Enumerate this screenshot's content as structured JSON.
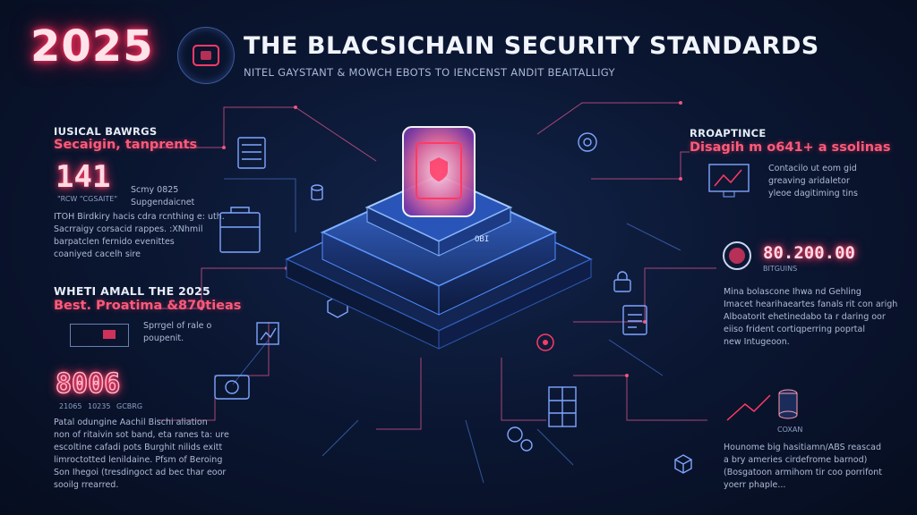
{
  "header": {
    "year": "2025",
    "title": "THE BLACSICHAIN SECURITY STANDARDS",
    "subtitle": "NITEL GAYSTANT & MOWCH EBOTS TO IENCENST ANDIT BEAITALLIGY"
  },
  "left": {
    "sec1_head": "IUSICAL BAWRGS",
    "sec1_pink": "Secaigin, tanprents",
    "stat1": "141",
    "stat1_label": "\"RCW \"CGSAITE\"",
    "stat1_side": "Scmy 0825\nSupgendaicnet",
    "sec1_body": "ITOH Birdkiry hacis cdra rcnthing e: uth.\nSacrraigy corsacid rappes. :XNhmil\nbarpatclen fernido evenittes\ncoaniyed cacelh sire",
    "sec2_head": "WHETI AMALL THE 2025",
    "sec2_pink": "Best. Proatima &870tieas",
    "sec2_side": "Sprrgel of rale o\npoupenit.",
    "stat2": "8006",
    "stat2_labels": [
      "21065",
      "10235",
      "GCBRG"
    ],
    "sec3_body": "Patal odungine Aachil Bischi aliation\nnon of ritaivin sot band, eta ranes ta: ure\nescoltine cafadi pots Burghit nilids exitt\nlimroctotted lenildaine. Pfsm of Beroing\nSon Ihegoi (tresdingoct ad bec thar eoor\nsooilg rrearred."
  },
  "right": {
    "sec1_head": "RROAPTINCE",
    "sec1_pink": "Disagih m o641+ a ssolinas",
    "sec1_body": "Contacilo ut eom gid\ngreaving aridaletor\nyleoe dagitiming tins",
    "stat": "80.200.00",
    "stat_label": "BITGUINS",
    "sec2_body": "Mina bolascone Ihwa nd Gehling\nImacet hearihaeartes fanals rit con arigh\nAlboatorit ehetinedabo ta r daring oor\neiiso frident cortiqperring poprtal\nnew Intugeoon.",
    "coin_label": "COXAN",
    "sec3_body": "Hounome big hasitiamn/ABS reascad\na bry ameries cirdefrome barnod)\n(Bosgatoon armihom tir coo porrifont\nyoerr phaple..."
  },
  "center": {
    "chip_label": "OBI"
  },
  "colors": {
    "pink": "#ff3a66",
    "blue": "#4f8dff",
    "bg": "#0b1733"
  },
  "icons": [
    "shield-chip-icon",
    "lock-icon",
    "server-icon",
    "chart-icon",
    "camera-icon",
    "briefcase-icon",
    "monitor-icon",
    "coin-stack-icon",
    "bitcoin-icon"
  ]
}
